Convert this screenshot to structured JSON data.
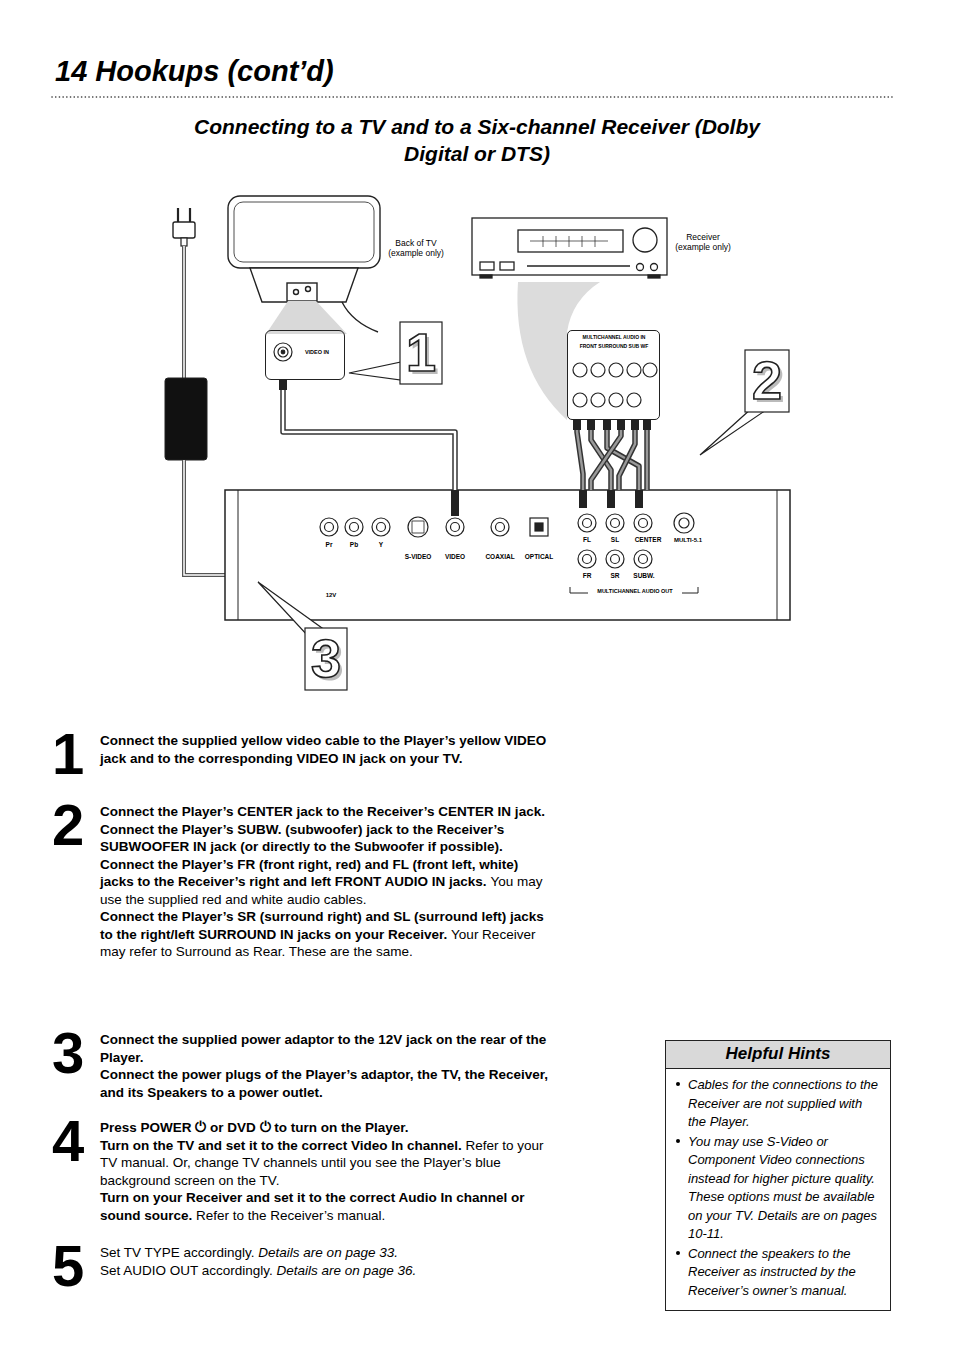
{
  "diagram": {
    "title": "Connecting to a TV and to a Six-channel Receiver (Dolby Digital or DTS)",
    "nodes": [
      {
        "text": [
          "VIDEO IN"
        ]
      },
      {
        "text": [
          "MULTICHANNEL AUDIO IN",
          "FRONT SURROUND SUB WF"
        ]
      },
      {
        "text": [
          "Pr",
          "Pb",
          "Y",
          "S-VIDEO",
          "VIDEO",
          "COAXIAL",
          "OPTICAL",
          "FL",
          "SL",
          "CENTER",
          "MULTI-5.1",
          "FR",
          "SR",
          "SUBW.",
          "MULTICHANNEL AUDIO OUT",
          "12V"
        ]
      },
      {
        "text": [
          "Helpful Hints",
          "Cables for the connections to the Receiver are not supplied with the Player.",
          "You may use S-Video or Component Video connections instead for higher picture quality. These options must be available on your TV. Details are on pages 10-11.",
          "Connect the speakers to the Receiver as instructed by the Receiver’s owner’s manual."
        ]
      }
    ],
    "edges": [
      {
        "from": 2,
        "to": 0,
        "arrow": "none"
      },
      {
        "from": 2,
        "to": 1,
        "arrow": "none"
      },
      {
        "from": 2,
        "to": 1,
        "arrow": "none"
      },
      {
        "from": 2,
        "to": 1,
        "arrow": "none"
      },
      {
        "from": 2,
        "to": 1,
        "arrow": "none"
      },
      {
        "from": 2,
        "to": 1,
        "arrow": "none"
      },
      {
        "from": 2,
        "to": 1,
        "arrow": "none"
      }
    ],
    "labels": [
      "14 Hookups (cont’d)",
      "Back of TV (example only)",
      "Receiver (example only)",
      "1",
      "2",
      "3",
      "1",
      "Connect the supplied yellow video cable to the Player’s yellow VIDEO jack and to the corresponding VIDEO IN jack on your TV.",
      "2",
      "Connect the Player’s CENTER jack to the Receiver’s CENTER IN jack.",
      "Connect the Player’s SUBW. (subwoofer) jack to the Receiver’s SUBWOOFER IN jack (or directly to the Subwoofer if possible).",
      "Connect the Player’s FR (front right, red) and FL (front left, white) jacks to the Receiver’s right and left FRONT AUDIO IN jacks.",
      "You may use the supplied red and white audio cables.",
      "Connect the Player’s SR (surround right) and SL (surround left) jacks to the right/left SURROUND IN jacks on your Receiver.",
      "Your Receiver may refer to Surround as Rear. These are the same.",
      "3",
      "Connect the supplied power adaptor to the 12V jack on the rear of the Player.",
      "Connect the power plugs of the Player’s adaptor, the TV, the Receiver, and its Speakers to a power outlet.",
      "4",
      "Press POWER ⏻ or DVD ⏻ to turn on the Player.",
      "Turn on the TV and set it to the correct Video In channel.",
      "Refer to your TV manual. Or, change TV channels until you see the Player’s blue background screen on the TV.",
      "Turn on your Receiver and set it to the correct Audio In channel or sound source.",
      "Refer to the Receiver’s manual.",
      "5",
      "Set TV TYPE accordingly.",
      "Details are on page 33.",
      "Set AUDIO OUT accordingly.",
      "Details are on page 36."
    ]
  }
}
